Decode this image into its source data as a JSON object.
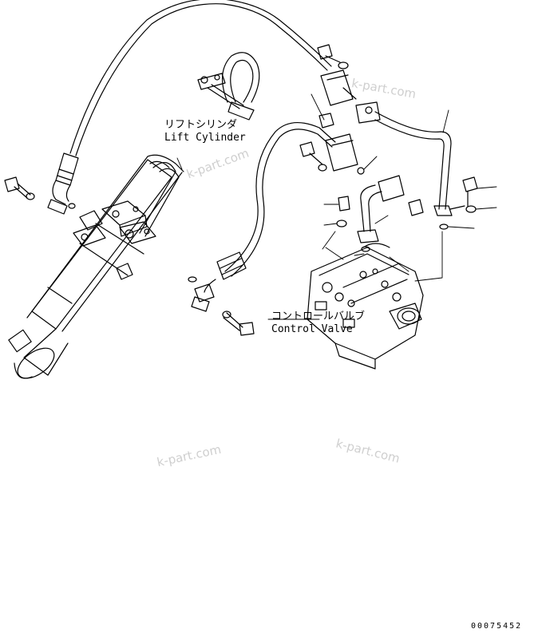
{
  "labels": {
    "lift_cylinder_jp": "リフトシリンダ",
    "lift_cylinder_en": "Lift Cylinder",
    "control_valve_jp": "コントロールバルブ",
    "control_valve_en": "Control Valve"
  },
  "watermark": "k-part.com",
  "doc_number": "00075452",
  "colors": {
    "line": "#000000",
    "watermark": "#cfcfcf"
  }
}
